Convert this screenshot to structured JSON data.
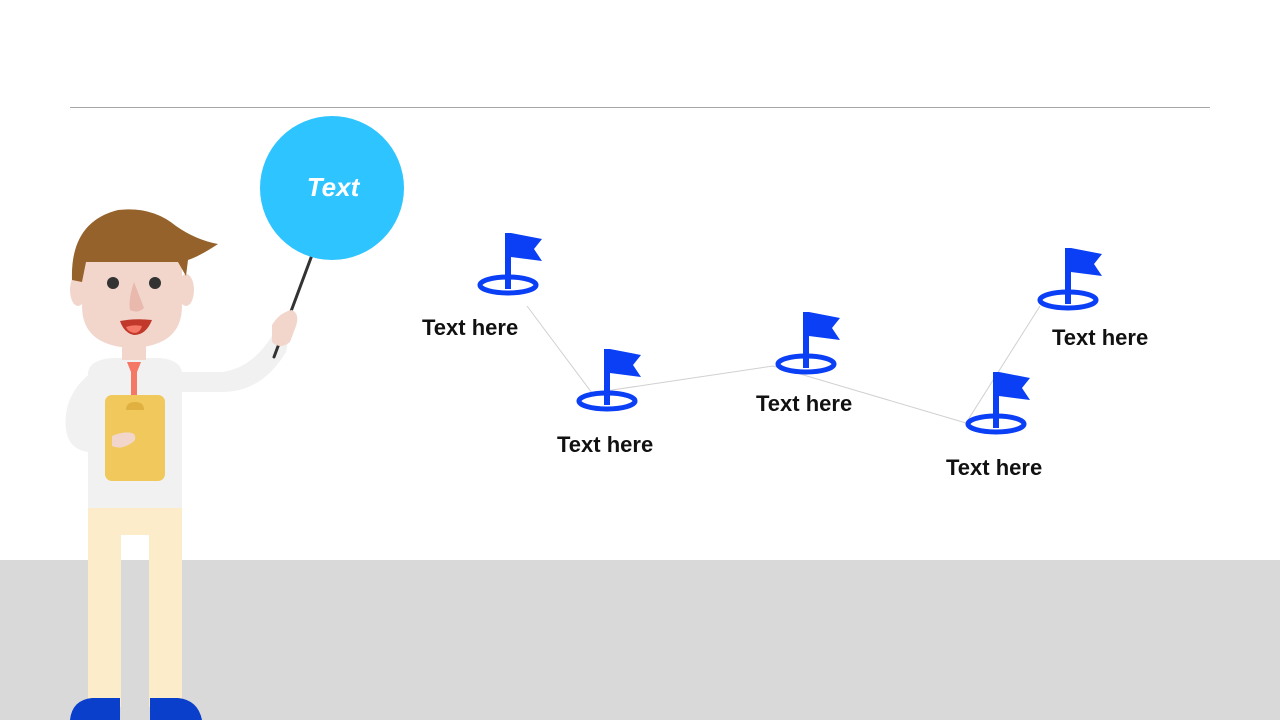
{
  "presenter": {
    "bubble_text": "Text",
    "bubble_color": "#2ec4ff"
  },
  "milestones": [
    {
      "label": "Text here"
    },
    {
      "label": "Text here"
    },
    {
      "label": "Text here"
    },
    {
      "label": "Text here"
    },
    {
      "label": "Text here"
    }
  ],
  "colors": {
    "flag": "#0a3ff5",
    "floor": "#d9d9d9",
    "divider": "#a6a6a6",
    "connector": "#d0d0d0",
    "clipboard": "#f0c85c",
    "hair": "#94622a",
    "skin": "#f2d6cc",
    "shirt": "#f1f1f1",
    "pants": "#fdecc9",
    "shoes": "#0a3fcb",
    "tie": "#f57765"
  },
  "icons": {
    "milestone": "flag-icon"
  }
}
